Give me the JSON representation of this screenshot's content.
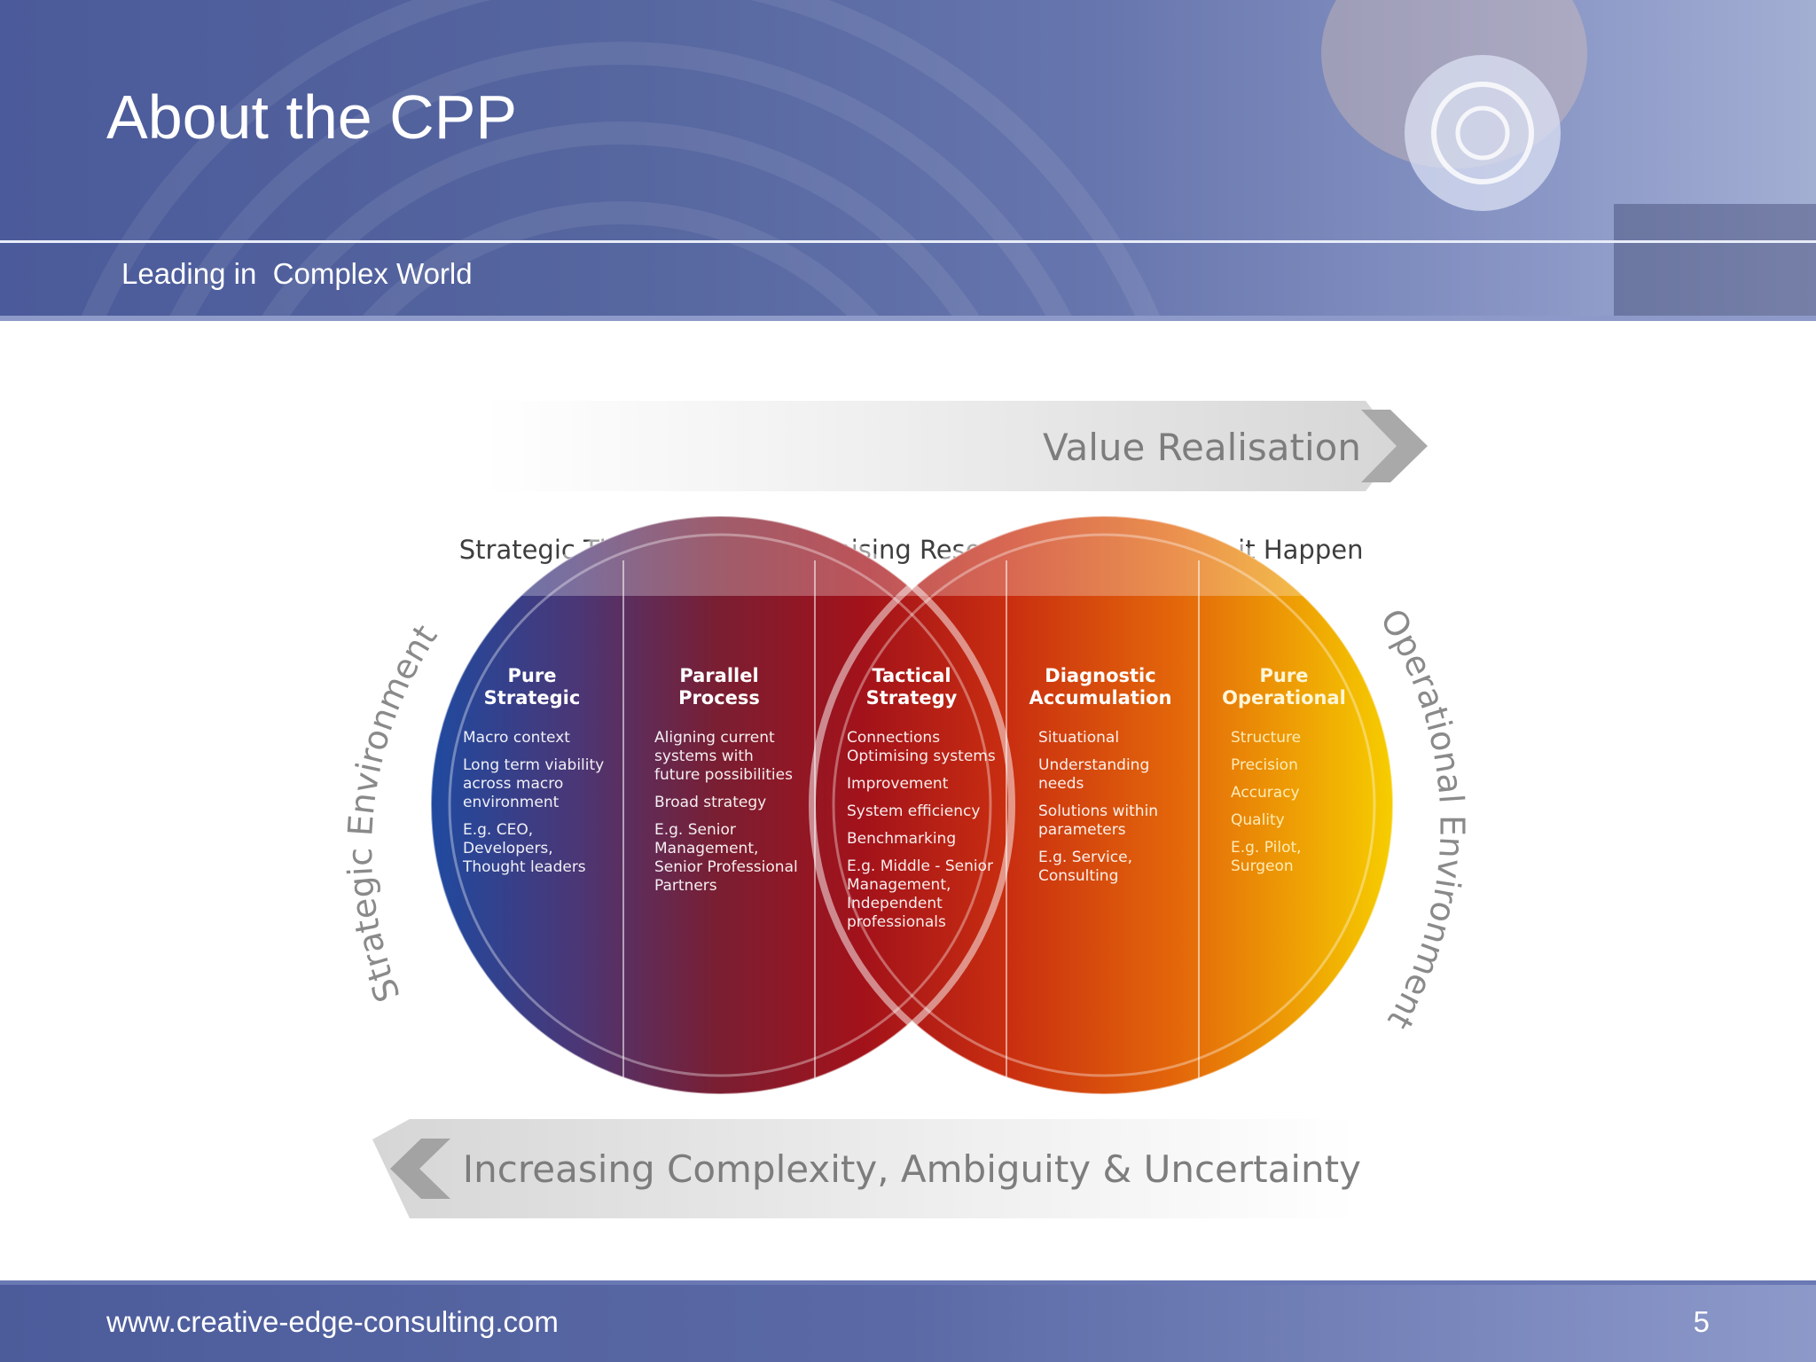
{
  "slide": {
    "title": "About the CPP",
    "subtitle": "Leading in  Complex World",
    "footer_url": "www.creative-edge-consulting.com",
    "page_number": "5"
  },
  "diagram": {
    "top_arrow": "Value Realisation",
    "bottom_arrow": "Increasing Complexity, Ambiguity & Uncertainty",
    "top_labels": [
      "Strategic Thinking",
      "Organising Resources",
      "Making it Happen"
    ],
    "left_side_label": "Strategic Environment",
    "right_side_label": "Operational Environment",
    "columns": [
      {
        "title": [
          "Pure",
          "Strategic"
        ],
        "items": [
          [
            "Macro context"
          ],
          [
            "Long term viability",
            "across macro",
            "environment"
          ],
          [
            "E.g. CEO,",
            "Developers,",
            "Thought leaders"
          ]
        ]
      },
      {
        "title": [
          "Parallel",
          "Process"
        ],
        "items": [
          [
            "Aligning current",
            "systems with",
            "future possibilities"
          ],
          [
            "Broad strategy"
          ],
          [
            "E.g. Senior",
            "Management,",
            "Senior Professional",
            "Partners"
          ]
        ]
      },
      {
        "title": [
          "Tactical",
          "Strategy"
        ],
        "items": [
          [
            "Connections",
            "Optimising systems"
          ],
          [
            "Improvement"
          ],
          [
            "System efficiency"
          ],
          [
            "Benchmarking"
          ],
          [
            "E.g. Middle - Senior",
            "Management,",
            "Independent",
            "professionals"
          ]
        ]
      },
      {
        "title": [
          "Diagnostic",
          "Accumulation"
        ],
        "items": [
          [
            "Situational"
          ],
          [
            "Understanding",
            "needs"
          ],
          [
            "Solutions within",
            "parameters"
          ],
          [
            "E.g. Service,",
            "Consulting"
          ]
        ]
      },
      {
        "title": [
          "Pure",
          "Operational"
        ],
        "items": [
          [
            "Structure"
          ],
          [
            "Precision"
          ],
          [
            "Accuracy"
          ],
          [
            "Quality"
          ],
          [
            "E.g. Pilot,",
            "Surgeon"
          ]
        ]
      }
    ],
    "colors": {
      "strategic_blue": "#1f4aa0",
      "maroon": "#7a1a2a",
      "deep_red": "#a3121a",
      "orange": "#e2550c",
      "yellow": "#f5c800"
    }
  }
}
